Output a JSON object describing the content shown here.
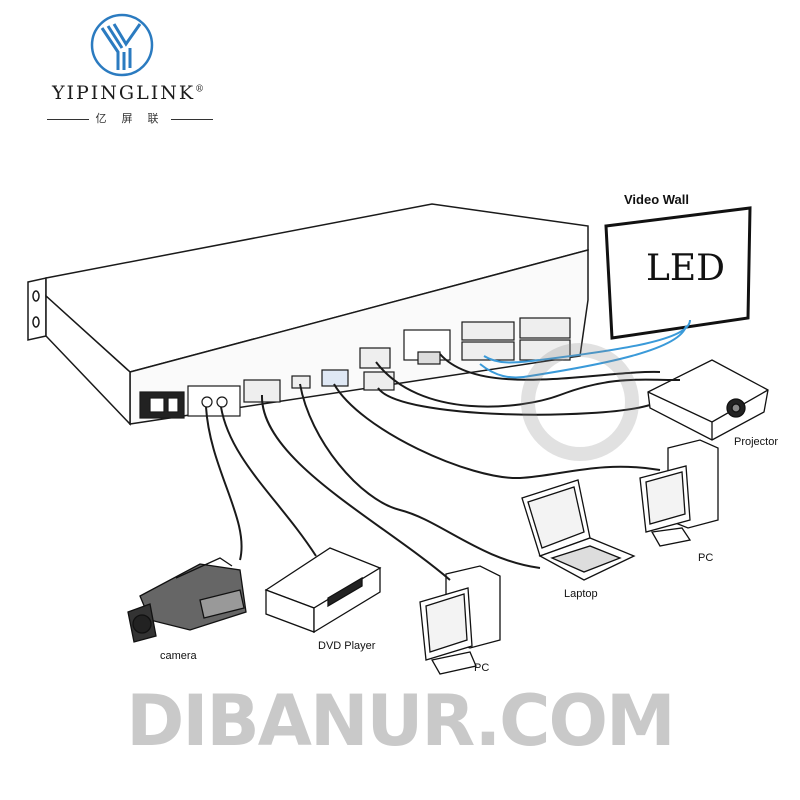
{
  "logo": {
    "brand": "YIPINGLINK",
    "trademark": "®",
    "subtitle": "亿 屏 联"
  },
  "labels": {
    "video_wall": "Video Wall",
    "led": "LED",
    "projector": "Projector",
    "pc_right": "PC",
    "laptop": "Laptop",
    "pc_center": "PC",
    "dvd_player": "DVD Player",
    "camera": "camera"
  },
  "footer": "DIBANUR.COM",
  "colors": {
    "ink": "#1a1a1a",
    "cable": "#1a1a1a",
    "network_cable": "#3a9ad9",
    "watermark": "#c9c9c9",
    "logo_blue": "#2b7bc0"
  }
}
